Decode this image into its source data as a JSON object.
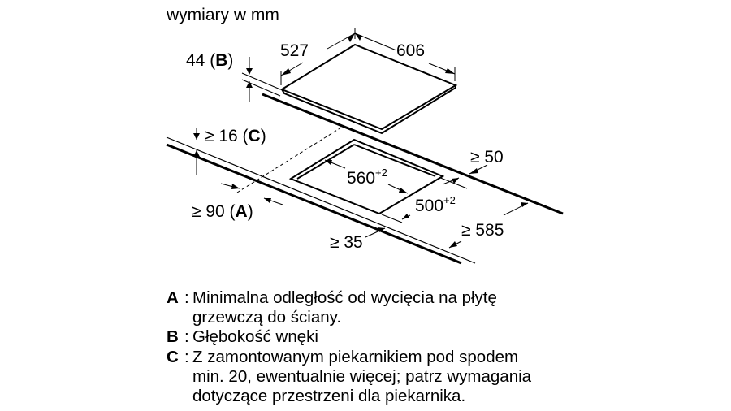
{
  "title": "wymiary w mm",
  "dimensions": {
    "depth": "527",
    "width": "606",
    "height": "44 (",
    "height_key": "B",
    "gap_c": "≥ 16 (",
    "gap_c_key": "C",
    "cut_width": "560",
    "cut_width_tol": "+2",
    "cut_depth": "500",
    "cut_depth_tol": "+2",
    "rear": "≥ 50",
    "wall_a": "≥ 90 (",
    "wall_a_key": "A",
    "front": "≥ 35",
    "worktop": "≥ 585",
    "close": ")"
  },
  "legend": [
    {
      "key": "A",
      "lines": [
        "Minimalna odległość od wycięcia na płytę",
        "grzewczą do ściany."
      ]
    },
    {
      "key": "B",
      "lines": [
        "Głębokość wnęki"
      ]
    },
    {
      "key": "C",
      "lines": [
        "Z zamontowanym piekarnikiem pod spodem",
        "min. 20, ewentualnie więcej; patrz wymagania",
        "dotyczące przestrzeni dla piekarnika."
      ]
    }
  ]
}
